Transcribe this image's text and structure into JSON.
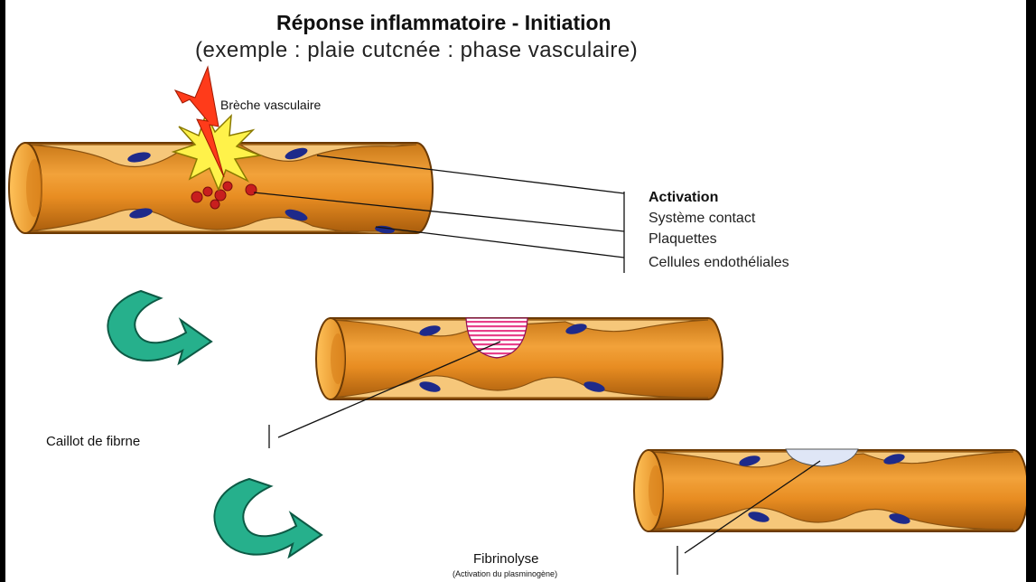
{
  "diagram": {
    "title": "Réponse inflammatoire - Initiation",
    "subtitle": "(exemple : plaie cutcnée : phase vasculaire)",
    "breach_label": "Brèche vasculaire",
    "activation": {
      "heading": "Activation",
      "items": [
        "Système contact",
        "Plaquettes",
        "Cellules endothéliales"
      ]
    },
    "clot_label": "Caillot de fibrne",
    "fibrinolysis": {
      "label": "Fibrinolyse",
      "note": "(Activation du plasminogène)"
    }
  },
  "colors": {
    "vessel": "#e8962c",
    "vessel_dark": "#b56a12",
    "endothelial_nucleus": "#1e2a8a",
    "clot": "#e8408a",
    "arrow": "#26b08c",
    "flash": "#ff3b1a",
    "spark": "#fff24a"
  },
  "icons": [
    "lightning-icon",
    "spark-icon",
    "curved-arrow-icon"
  ]
}
